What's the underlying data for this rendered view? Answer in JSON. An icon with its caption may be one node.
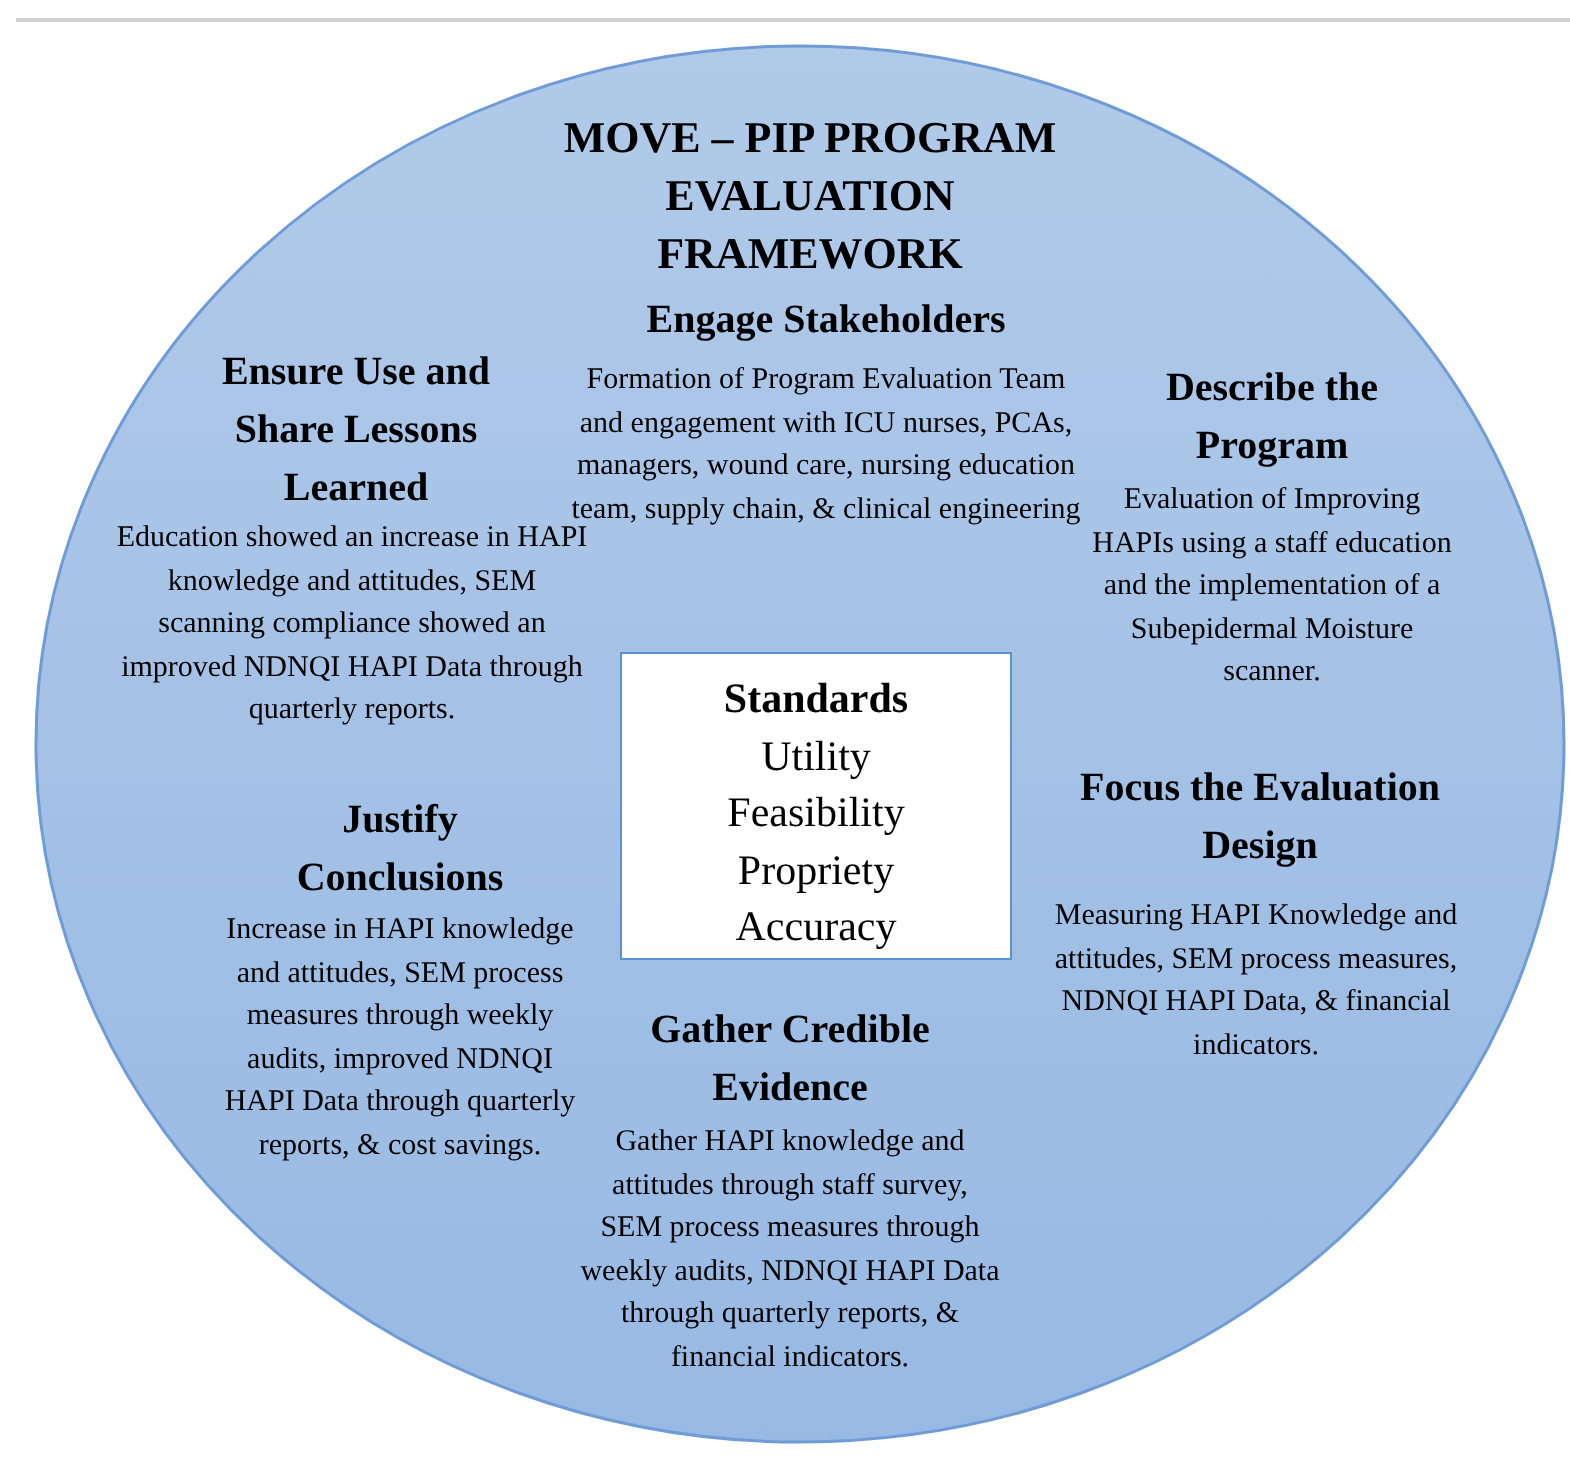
{
  "diagram": {
    "title": "MOVE – PIP PROGRAM EVALUATION FRAMEWORK",
    "nodes": [
      {
        "text": [],
        "shape": "circle"
      },
      {
        "text": [
          "Standards",
          "Utility",
          "Feasibility",
          "Propriety",
          "Accuracy"
        ],
        "in": 0
      }
    ],
    "labels": [
      "Engage Stakeholders",
      "Formation of Program Evaluation Team and engagement with ICU nurses, PCAs, managers, wound care, nursing education team, supply chain, & clinical engineering",
      "Ensure Use and Share Lessons Learned",
      "Education showed an increase in HAPI knowledge and attitudes, SEM scanning compliance showed an improved NDNQI HAPI Data through quarterly reports.",
      "Describe the Program",
      "Evaluation of Improving HAPIs using a staff education and the implementation of a Subepidermal Moisture scanner.",
      "Justify Conclusions",
      "Increase in HAPI knowledge and attitudes, SEM process measures through weekly audits, improved NDNQI HAPI Data through quarterly reports, & cost savings.",
      "Focus the Evaluation Design",
      "Measuring HAPI Knowledge and attitudes, SEM process measures, NDNQI HAPI Data, & financial indicators.",
      "Gather Credible Evidence",
      "Gather HAPI knowledge and attitudes through staff survey, SEM process measures through weekly audits, NDNQI HAPI Data through quarterly reports, & financial indicators."
    ]
  }
}
